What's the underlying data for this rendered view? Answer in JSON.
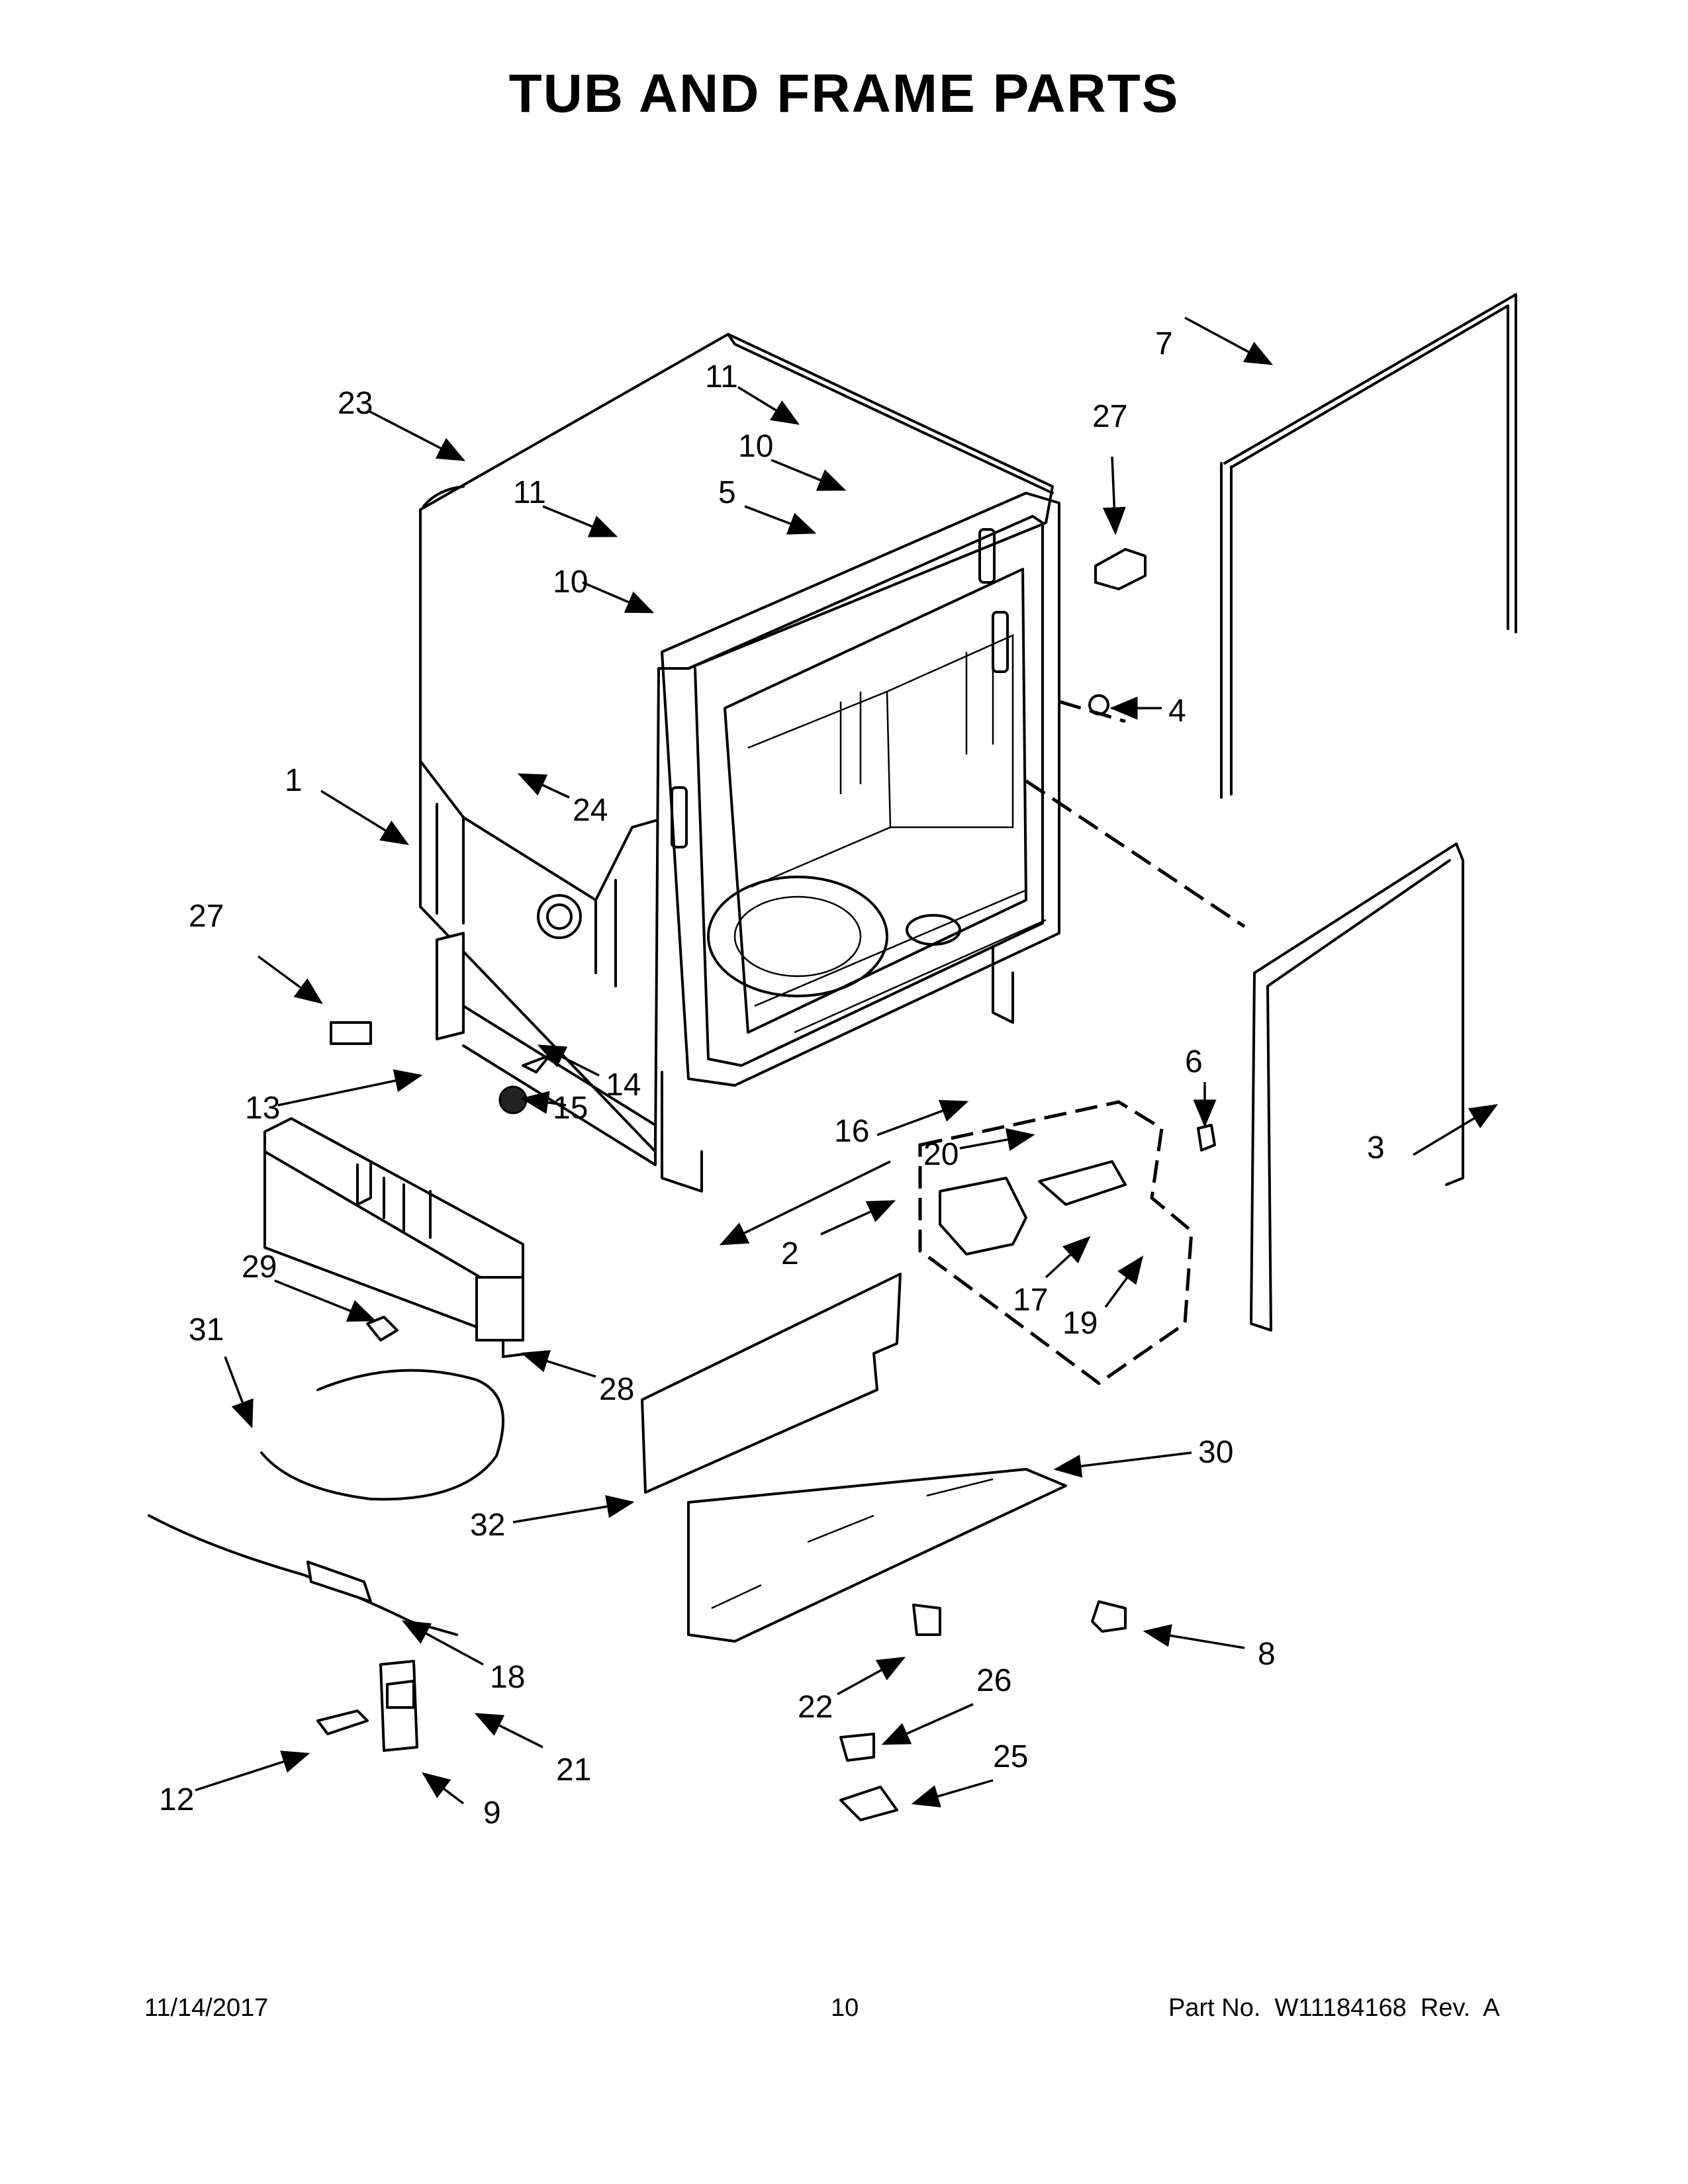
{
  "title": "TUB AND FRAME PARTS",
  "footer": {
    "date": "11/14/2017",
    "page": "10",
    "part_no": "Part No.  W11184168  Rev.  A"
  },
  "callouts": [
    "1",
    "2",
    "3",
    "4",
    "5",
    "6",
    "7",
    "8",
    "9",
    "10",
    "10",
    "11",
    "11",
    "12",
    "13",
    "14",
    "15",
    "16",
    "17",
    "18",
    "19",
    "20",
    "21",
    "22",
    "23",
    "24",
    "25",
    "26",
    "27",
    "27",
    "28",
    "29",
    "30",
    "31",
    "32"
  ]
}
